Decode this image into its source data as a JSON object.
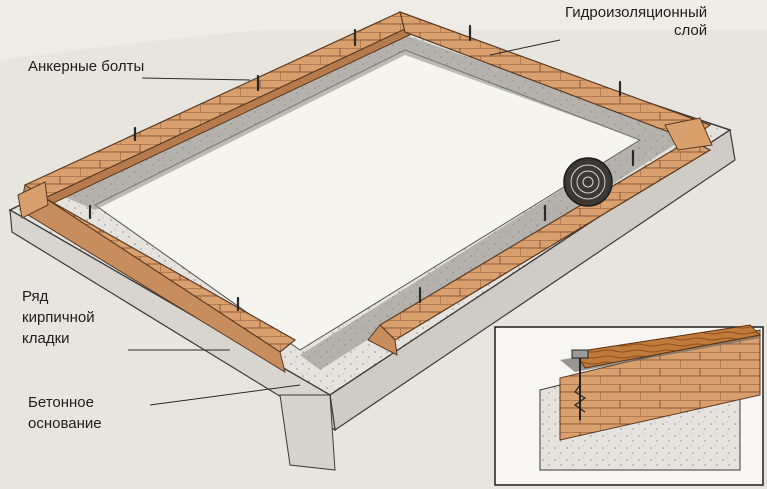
{
  "labels": {
    "anchor_bolts": "Анкерные болты",
    "waterproof_line1": "Гидроизоляционный",
    "waterproof_line2": "слой",
    "brick_row_line1": "Ряд",
    "brick_row_line2": "кирпичной",
    "brick_row_line3": "кладки",
    "concrete_line1": "Бетонное",
    "concrete_line2": "основание"
  },
  "colors": {
    "brick": "#d9a06e",
    "brick_dark": "#b77a4c",
    "concrete": "#e2e0dc",
    "concrete_dark": "#b8b5b0",
    "ink": "#2a2a2a",
    "timber": "#c07a3a"
  }
}
